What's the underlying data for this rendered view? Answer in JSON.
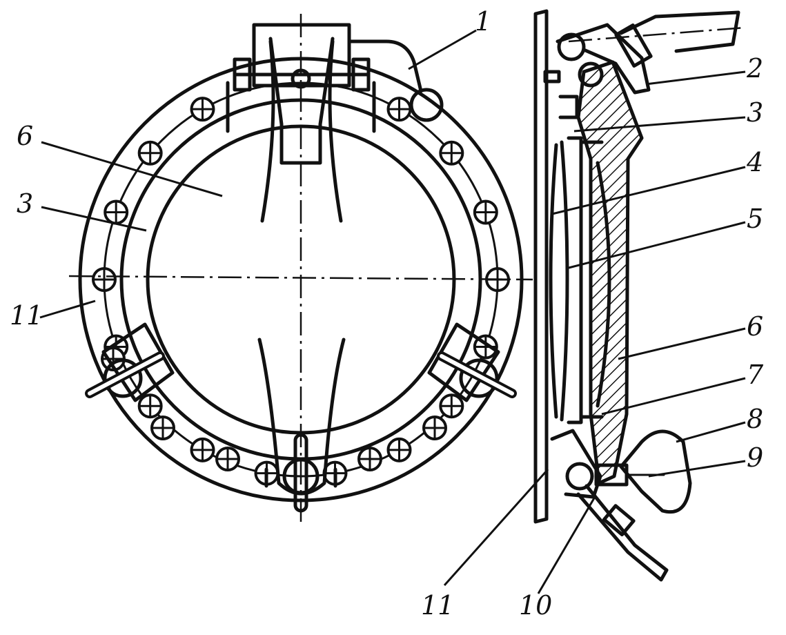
{
  "callouts_front": {
    "c1": "1",
    "c6": "6",
    "c3": "3",
    "c11": "11"
  },
  "callouts_side": {
    "c2": "2",
    "c3": "3",
    "c4": "4",
    "c5": "5",
    "c6": "6",
    "c7": "7",
    "c8": "8",
    "c9": "9",
    "c10": "10",
    "c11": "11"
  },
  "colors": {
    "ink": "#111111",
    "paper": "#ffffff"
  }
}
